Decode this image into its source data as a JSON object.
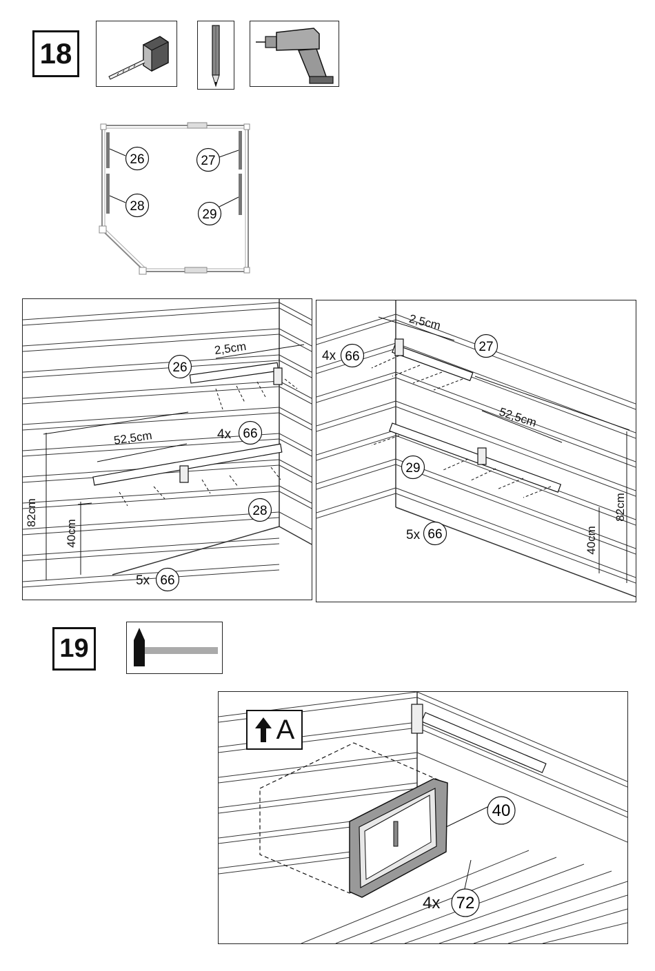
{
  "step18": {
    "number": "18",
    "tools": [
      "tape-measure-icon",
      "pencil-icon",
      "drill-icon"
    ],
    "plan": {
      "labels": [
        "26",
        "27",
        "28",
        "29"
      ]
    },
    "left_panel": {
      "offset": "2,5cm",
      "spacing": "52,5cm",
      "height_total": "82cm",
      "height_low": "40cm",
      "part_upper": "26",
      "part_lower": "28",
      "screws_upper_qty": "4x",
      "screws_upper_part": "66",
      "screws_lower_qty": "5x",
      "screws_lower_part": "66"
    },
    "right_panel": {
      "offset": "2,5cm",
      "spacing": "52,5cm",
      "height_total": "82cm",
      "height_low": "40cm",
      "part_upper": "27",
      "part_lower": "29",
      "screws_upper_qty": "4x",
      "screws_upper_part": "66",
      "screws_lower_qty": "5x",
      "screws_lower_part": "66"
    }
  },
  "step19": {
    "number": "19",
    "tools": [
      "hammer-icon"
    ],
    "panel": {
      "orientation_label": "A",
      "part_frame": "40",
      "nails_qty": "4x",
      "nails_part": "72"
    }
  }
}
